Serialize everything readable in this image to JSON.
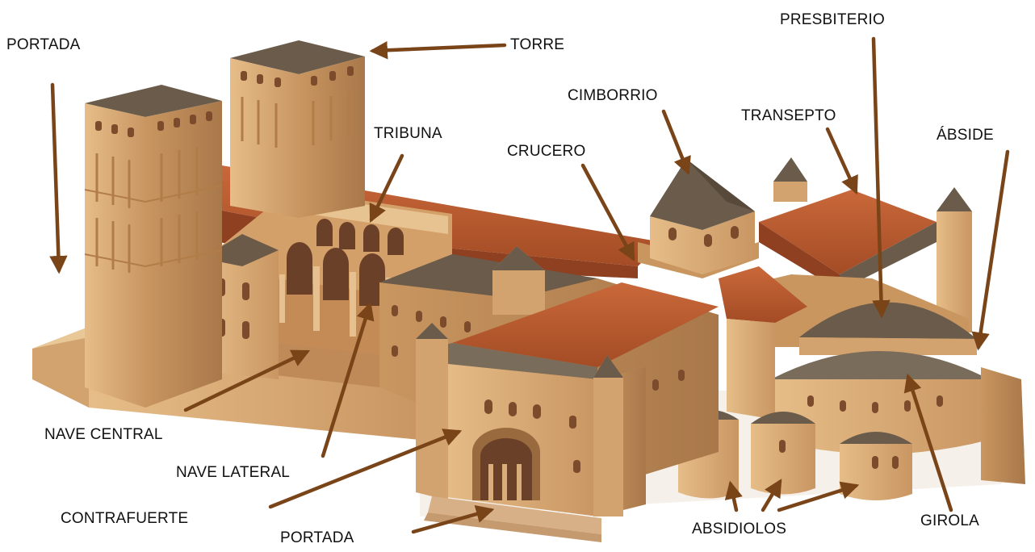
{
  "labels": {
    "portada_left": "PORTADA",
    "torre": "TORRE",
    "presbiterio": "PRESBITERIO",
    "cimborrio": "CIMBORRIO",
    "transepto": "TRANSEPTO",
    "tribuna": "TRIBUNA",
    "crucero": "CRUCERO",
    "abside": "ÁBSIDE",
    "nave_central": "NAVE CENTRAL",
    "nave_lateral": "NAVE LATERAL",
    "contrafuerte": "CONTRAFUERTE",
    "portada_bottom": "PORTADA",
    "absidiolos": "ABSIDIOLOS",
    "girola": "GIROLA"
  },
  "colors": {
    "arrow": "#7a4419",
    "stone": "#d9ad79",
    "stone_shadow": "#b98551",
    "roof": "#b9582c",
    "roof_dark": "#8e4021",
    "slate": "#6f6354"
  }
}
